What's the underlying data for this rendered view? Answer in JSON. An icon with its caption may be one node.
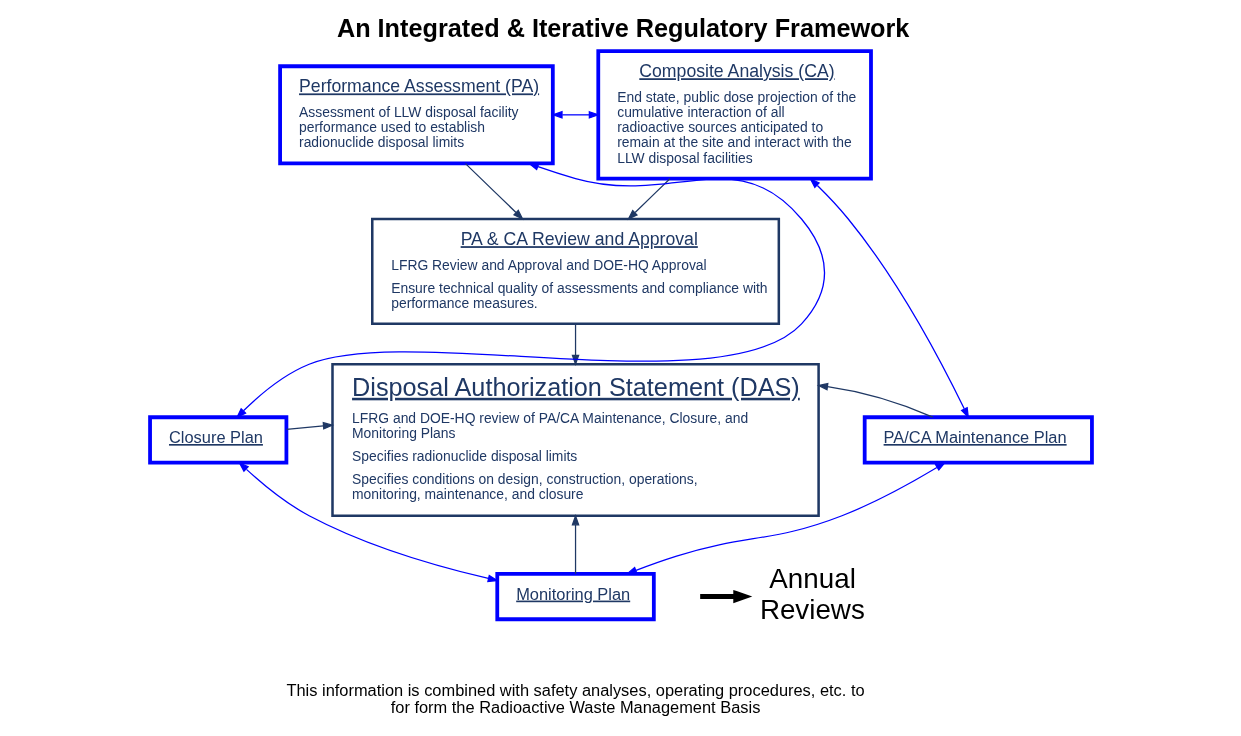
{
  "diagram": {
    "title": "An Integrated & Iterative Regulatory Framework",
    "caption": "This information is combined with safety analyses, operating procedures, etc. to for form the Radioactive Waste Management Basis",
    "nodes": [
      {
        "text": [
          "Performance Assessment (PA)",
          "Assessment of LLW disposal facility performance used to establish radionuclide disposal limits"
        ]
      },
      {
        "text": [
          "Composite Analysis (CA)",
          "End state, public dose projection of the cumulative interaction of all radioactive sources anticipated to remain at the site and interact with the LLW disposal facilities"
        ]
      },
      {
        "text": [
          "PA & CA Review and Approval",
          "LFRG Review and Approval and DOE-HQ Approval",
          "Ensure technical quality of assessments and compliance with performance measures."
        ]
      },
      {
        "text": [
          "Disposal Authorization Statement (DAS)",
          "LFRG and DOE-HQ review of PA/CA Maintenance, Closure, and Monitoring Plans",
          "Specifies radionuclide disposal limits",
          "Specifies conditions on design, construction, operations, monitoring, maintenance, and closure"
        ]
      },
      {
        "text": [
          "Closure Plan"
        ]
      },
      {
        "text": [
          "PA/CA Maintenance Plan"
        ]
      },
      {
        "text": [
          "Monitoring Plan"
        ]
      },
      {
        "text": [
          "Annual Reviews"
        ]
      }
    ],
    "edges": [
      {
        "from": 0,
        "to": 1,
        "arrow": "both",
        "color": "#0000ff"
      },
      {
        "from": 0,
        "to": 2,
        "arrow": "to"
      },
      {
        "from": 1,
        "to": 2,
        "arrow": "to"
      },
      {
        "from": 2,
        "to": 3,
        "arrow": "to"
      },
      {
        "from": 4,
        "to": 3,
        "arrow": "to"
      },
      {
        "from": 5,
        "to": 3,
        "arrow": "to"
      },
      {
        "from": 6,
        "to": 3,
        "arrow": "to"
      },
      {
        "from": 4,
        "to": 0,
        "arrow": "both",
        "color": "#0000ff"
      },
      {
        "from": 5,
        "to": 1,
        "arrow": "both",
        "color": "#0000ff"
      },
      {
        "from": 4,
        "to": 6,
        "arrow": "both",
        "color": "#0000ff"
      },
      {
        "from": 5,
        "to": 6,
        "arrow": "both",
        "color": "#0000ff"
      },
      {
        "from": null,
        "to": 7,
        "arrow": "to",
        "style": "thick",
        "color": "#000000"
      }
    ]
  }
}
